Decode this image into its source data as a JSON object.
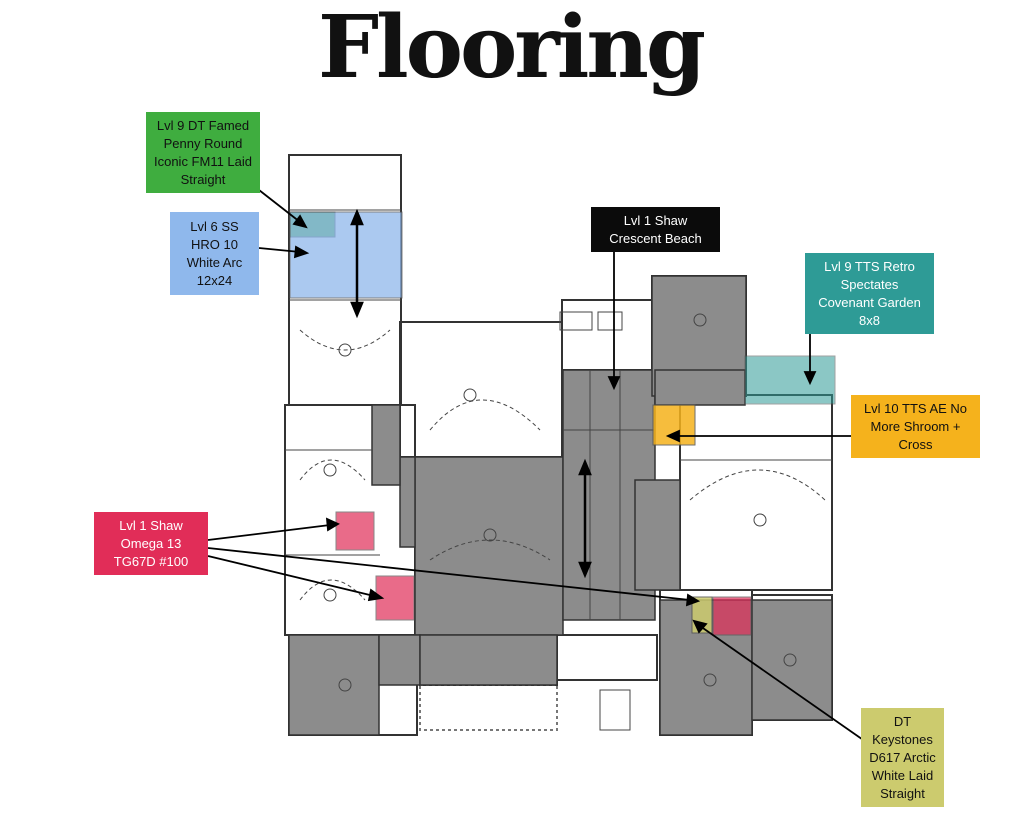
{
  "title": "Flooring",
  "colors": {
    "green": "#3fad3f",
    "blue": "#8fb8ec",
    "black": "#0b0b0b",
    "teal": "#2e9b96",
    "orange": "#f5b21c",
    "red": "#e12d58",
    "olive": "#cccb6e",
    "gray_room": "#8c8c8c"
  },
  "labels": {
    "penny_round": [
      "Lvl 9 DT Famed",
      "Penny Round",
      "Iconic FM11 Laid",
      "Straight"
    ],
    "hro": [
      "Lvl 6 SS",
      "HRO 10",
      "White Arc",
      "12x24"
    ],
    "crescent": [
      "Lvl 1 Shaw",
      "Crescent Beach"
    ],
    "retro": [
      "Lvl 9 TTS Retro",
      "Spectates",
      "Covenant Garden",
      "8x8"
    ],
    "shroom": [
      "Lvl 10 TTS AE No",
      "More Shroom +",
      "Cross"
    ],
    "omega": [
      "Lvl 1 Shaw",
      "Omega 13",
      "TG67D #100"
    ],
    "keystones": [
      "DT",
      "Keystones",
      "D617 Arctic",
      "White Laid",
      "Straight"
    ]
  }
}
